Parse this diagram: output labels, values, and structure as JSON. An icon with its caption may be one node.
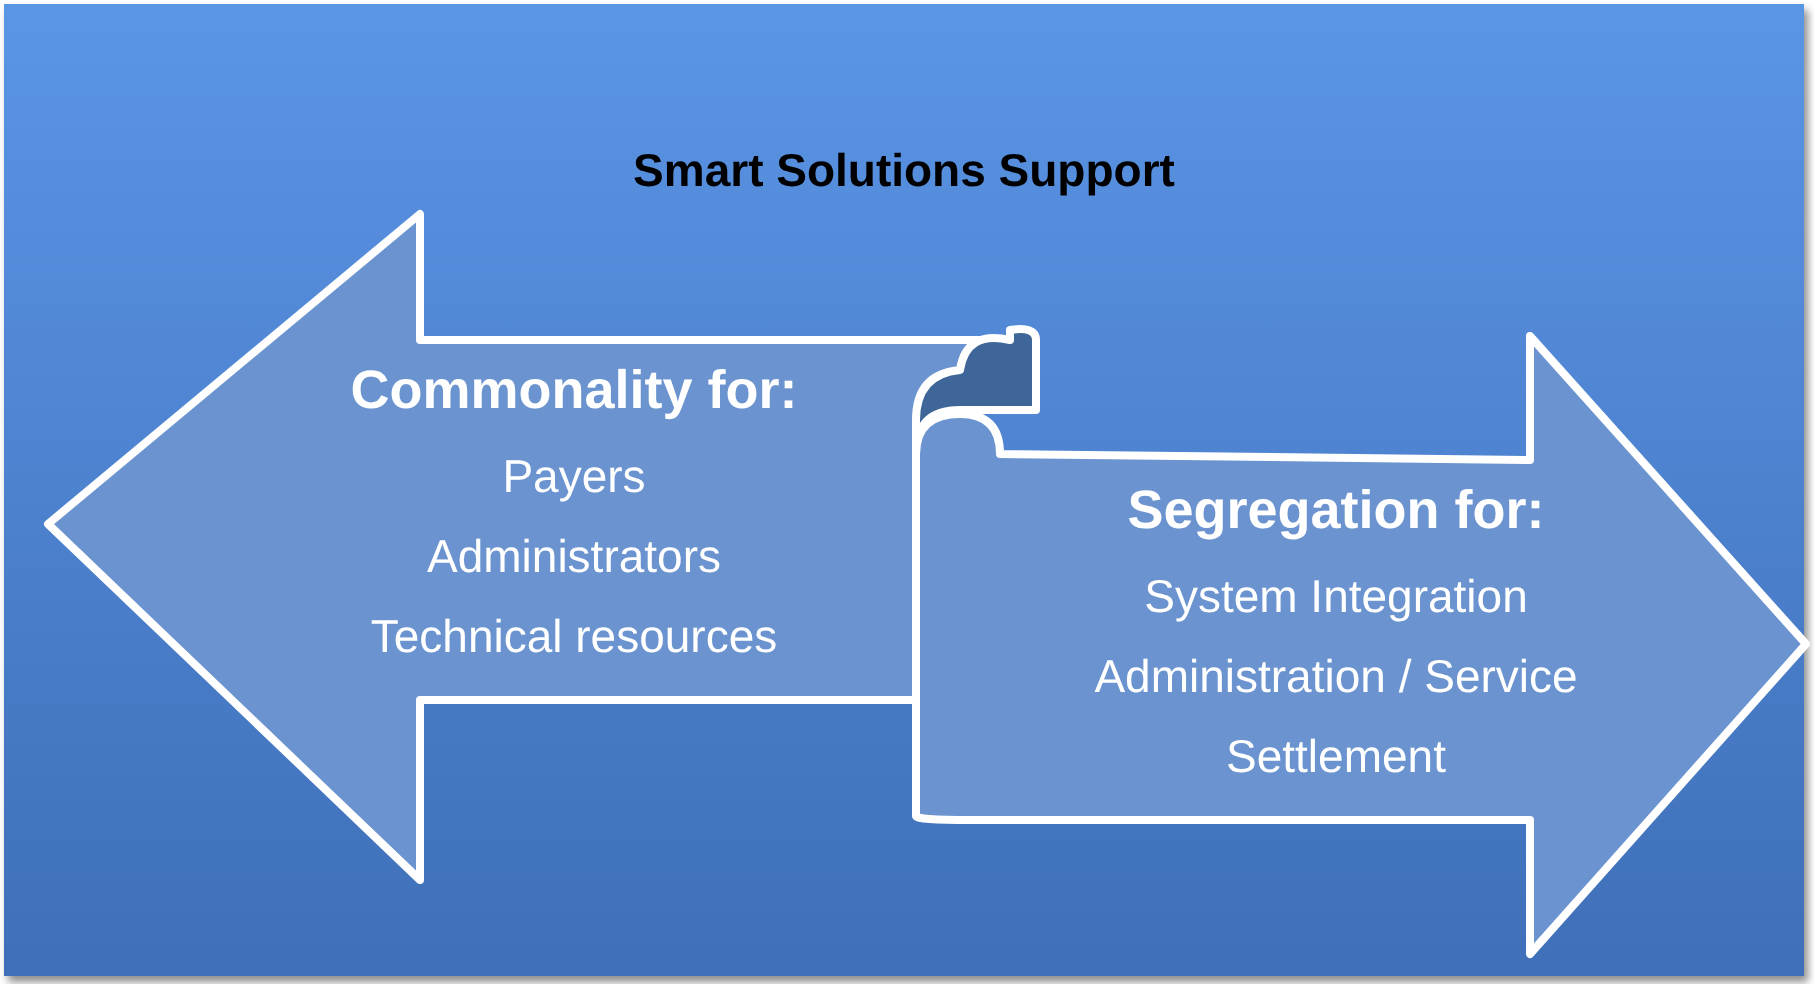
{
  "diagram": {
    "nodes": [
      {
        "text": [
          "Smart Solutions Support"
        ]
      },
      {
        "text": [
          "Commonality for:",
          "Payers",
          "Administrators",
          "Technical resources"
        ],
        "in": 0
      },
      {
        "text": [
          "Segregation for:",
          "System Integration",
          "Administration / Service",
          "Settlement"
        ],
        "in": 0
      }
    ]
  }
}
